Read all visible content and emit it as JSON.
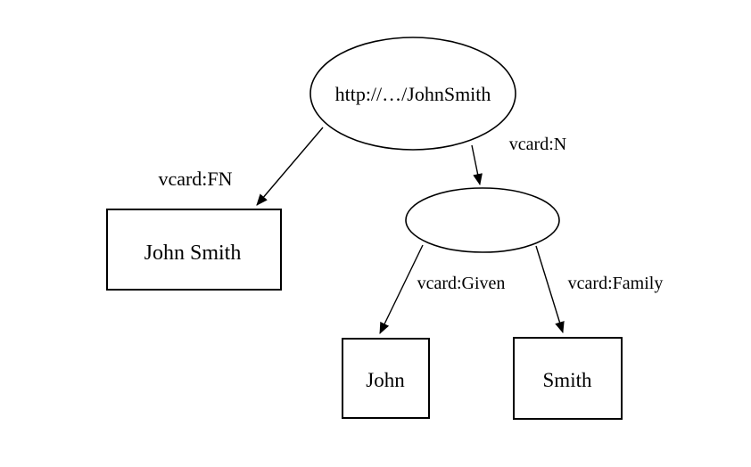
{
  "diagram": {
    "background_color": "#ffffff",
    "stroke_color": "#000000",
    "nodes": {
      "resource": {
        "label": "http://…/JohnSmith",
        "shape": "ellipse"
      },
      "name_blank_node": {
        "label": "",
        "shape": "ellipse"
      },
      "fn_literal": {
        "label": "John Smith",
        "shape": "rect"
      },
      "given_literal": {
        "label": "John",
        "shape": "rect"
      },
      "family_literal": {
        "label": "Smith",
        "shape": "rect"
      }
    },
    "edges": {
      "fn": {
        "label": "vcard:FN",
        "from": "resource",
        "to": "fn_literal"
      },
      "n": {
        "label": "vcard:N",
        "from": "resource",
        "to": "name_blank_node"
      },
      "given": {
        "label": "vcard:Given",
        "from": "name_blank_node",
        "to": "given_literal"
      },
      "family": {
        "label": "vcard:Family",
        "from": "name_blank_node",
        "to": "family_literal"
      }
    }
  }
}
